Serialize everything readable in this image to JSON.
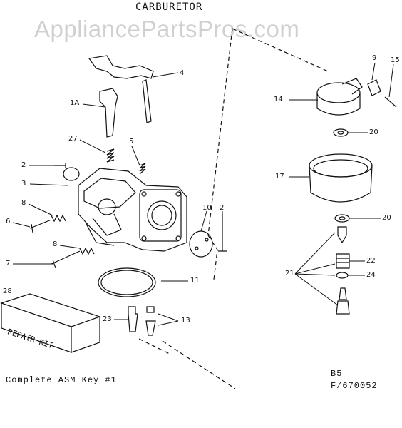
{
  "diagram": {
    "title": "CARBURETOR",
    "watermark": "AppliancePartsPros.com",
    "caption_left": "Complete ASM Key #1",
    "caption_right_1": "B5",
    "caption_right_2": "F/670052",
    "repair_kit_text": "REPAIR KIT",
    "callouts": {
      "c1a": "1A",
      "c2a": "2",
      "c2b": "2",
      "c3": "3",
      "c4": "4",
      "c5": "5",
      "c6": "6",
      "c7": "7",
      "c8a": "8",
      "c8b": "8",
      "c9": "9",
      "c10": "10",
      "c11": "11",
      "c13": "13",
      "c14": "14",
      "c15": "15",
      "c17": "17",
      "c20a": "20",
      "c20b": "20",
      "c21": "21",
      "c22": "22",
      "c23": "23",
      "c24": "24",
      "c27": "27",
      "c28": "28"
    }
  }
}
